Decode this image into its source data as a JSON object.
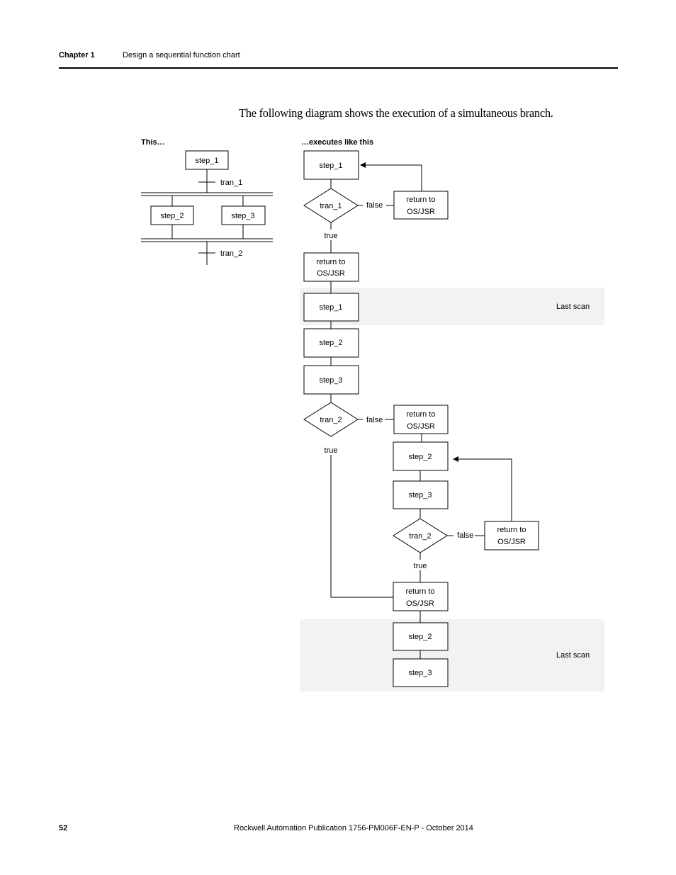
{
  "header": {
    "chapter": "Chapter 1",
    "section": "Design a sequential function chart"
  },
  "intro": "The following diagram shows the execution of a simultaneous branch.",
  "diagram": {
    "left_title": "This…",
    "right_title": "…executes like this",
    "left": {
      "step_1": "step_1",
      "tran_1": "tran_1",
      "step_2": "step_2",
      "step_3": "step_3",
      "tran_2": "tran_2"
    },
    "right": {
      "step_1": "step_1",
      "tran_1": "tran_1",
      "false": "false",
      "true": "true",
      "return_1": "return to",
      "return_2": "OS/JSR",
      "step_2": "step_2",
      "step_3": "step_3",
      "tran_2": "tran_2",
      "last_scan": "Last scan"
    }
  },
  "footer": {
    "page": "52",
    "publication": "Rockwell Automation Publication 1756-PM006F-EN-P - October 2014"
  }
}
